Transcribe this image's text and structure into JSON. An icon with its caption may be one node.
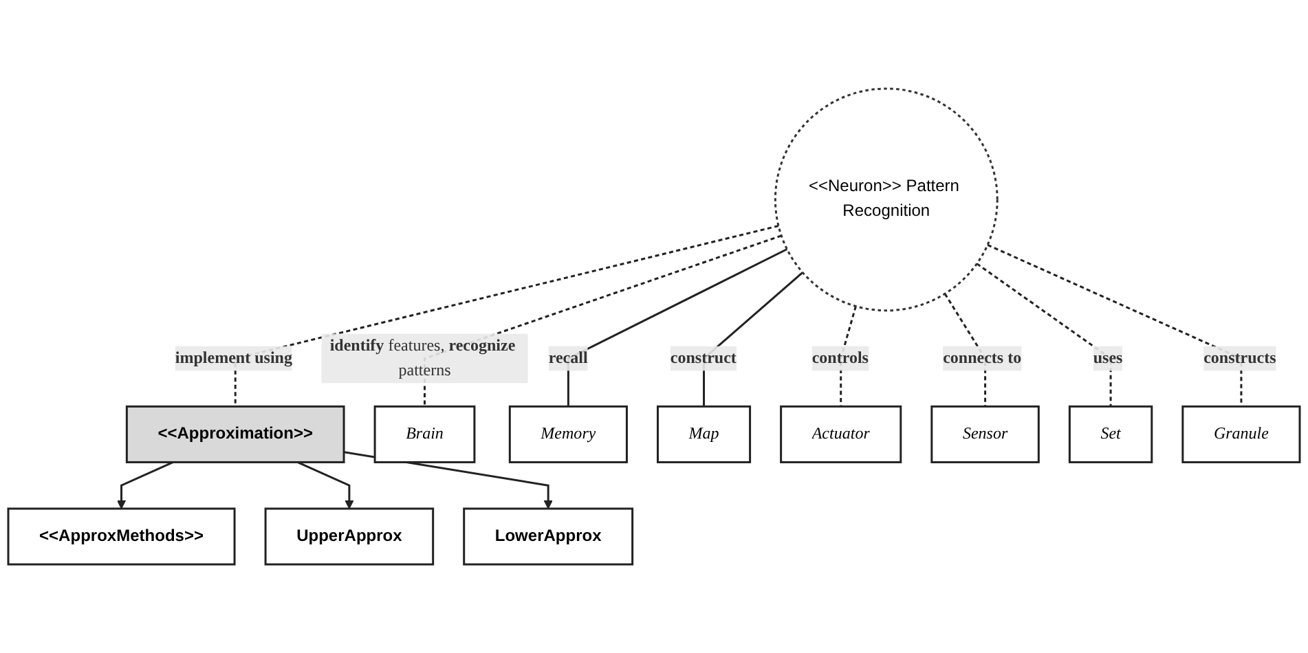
{
  "diagram": {
    "nodes": [
      {
        "text": [
          "<<ApproxMethods>>"
        ]
      },
      {
        "text": [
          "<<Approximation>>"
        ]
      },
      {
        "text": [
          "UpperApprox"
        ]
      },
      {
        "text": [
          "LowerApprox"
        ]
      },
      {
        "text": [
          "<<Neuron>> Pattern Recognition"
        ]
      },
      {
        "text": [
          "Brain"
        ]
      },
      {
        "text": [
          "Memory"
        ]
      },
      {
        "text": [
          "Map"
        ]
      },
      {
        "text": [
          "Actuator"
        ]
      },
      {
        "text": [
          "Sensor"
        ]
      },
      {
        "text": [
          "Set"
        ]
      },
      {
        "text": [
          "Granule"
        ]
      }
    ],
    "edges": [
      {
        "from": 1,
        "to": 0,
        "arrow": "to"
      },
      {
        "from": 1,
        "to": 2,
        "arrow": "to"
      },
      {
        "from": 1,
        "to": 3,
        "arrow": "to"
      },
      {
        "from": 4,
        "to": 1,
        "arrow": "none",
        "label": "implement using",
        "style": "dashed"
      },
      {
        "from": 4,
        "to": 5,
        "arrow": "none",
        "label": "**identify** features, **recognize** patterns",
        "style": "dashed"
      },
      {
        "from": 4,
        "to": 6,
        "arrow": "none",
        "label": "recall"
      },
      {
        "from": 4,
        "to": 7,
        "arrow": "none",
        "label": "construct"
      },
      {
        "from": 4,
        "to": 8,
        "arrow": "none",
        "label": "controls",
        "style": "dashed"
      },
      {
        "from": 4,
        "to": 9,
        "arrow": "none",
        "label": "connects to",
        "style": "dashed"
      },
      {
        "from": 4,
        "to": 10,
        "arrow": "none",
        "label": "uses",
        "style": "dashed"
      },
      {
        "from": 4,
        "to": 11,
        "arrow": "none",
        "label": "constructs",
        "style": "dashed"
      }
    ]
  }
}
